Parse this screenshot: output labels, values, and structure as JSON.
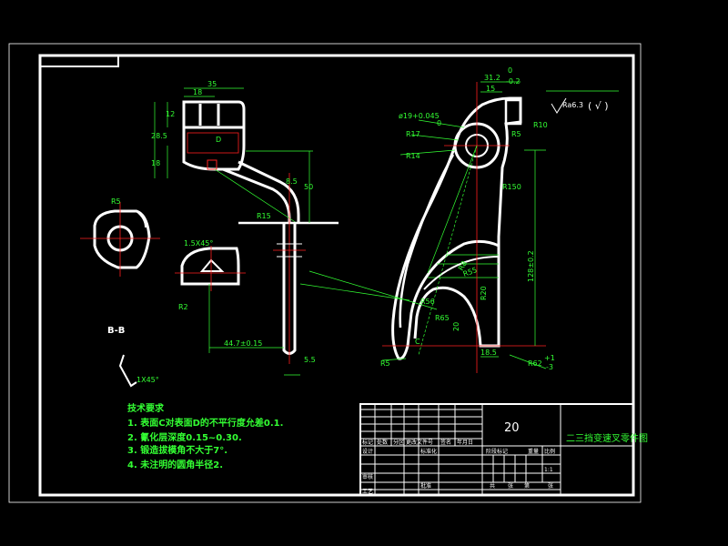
{
  "dimensions": {
    "d35": "35",
    "d18": "18",
    "d12": "12",
    "d28_5": "28.5",
    "d18v": "18",
    "dD": "D",
    "d8_5": "8.5",
    "d50": "50",
    "dR15": "R15",
    "dR5": "R5",
    "dR2": "R2",
    "dChamfer1": "1.5X45°",
    "dC": "C",
    "d44_7": "44.7±0.15",
    "d5_5": "5.5",
    "d31_2": "31.2",
    "d31_2_tol_top": "0",
    "d31_2_tol_bot": "-0.2",
    "d15": "15",
    "dBore": "ø19+0.045",
    "dBore_tol": "0",
    "dR17": "R17",
    "dR14": "R14",
    "dR5b": "R5",
    "dR10": "R10",
    "dR150": "R150",
    "d128": "128±0.2",
    "dR55": "R55",
    "dR56": "R56",
    "dR65": "R65",
    "d18_5": "18.5",
    "dR62": "R62",
    "dR62_tol_top": "+1",
    "dR62_tol_bot": "-3",
    "dR5c": "R5",
    "d20": "20",
    "dR8": "R8",
    "dR20": "R20",
    "dChamfer2": "1X45°",
    "roughness": "Ra6.3",
    "roughness_rest": "( √ )"
  },
  "section_label": "B-B",
  "notes": {
    "heading": "技术要求",
    "items": [
      "1. 表面C对表面D的不平行度允差0.1.",
      "2. 氰化层深度0.15~0.30.",
      "3. 锻造拔模角不大于7°.",
      "4. 未注明的圆角半径2."
    ]
  },
  "title_block": {
    "material": "20",
    "drawing_title": "二三挡变速叉零件图",
    "scale": "1:1",
    "row_labels": [
      "标记",
      "处数",
      "分区",
      "更改文件号",
      "签名",
      "年月日"
    ],
    "design": "设计",
    "standardize": "标准化",
    "review": "审核",
    "process": "工艺",
    "approve": "批准",
    "stage_headers": [
      "阶段标记",
      "重量",
      "比例"
    ],
    "sheet": [
      "共",
      "张",
      "第",
      "张"
    ]
  },
  "colors": {
    "background": "#000000",
    "outline": "#ffffff",
    "dimension": "#33ff33",
    "center_line": "#ff2020"
  }
}
